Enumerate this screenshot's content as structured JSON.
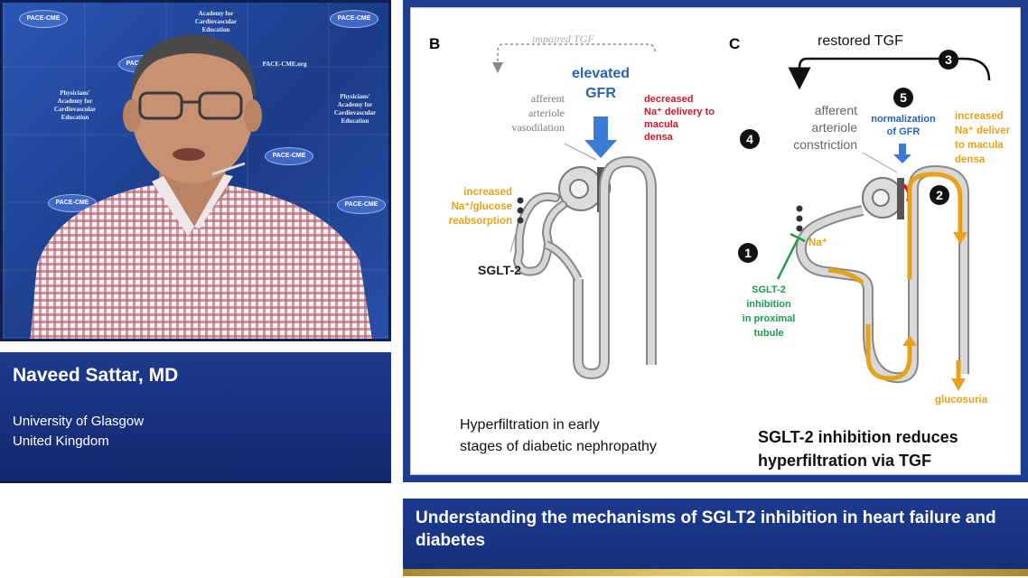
{
  "video": {
    "bg_logos": [
      "PACE-CME",
      "PACE-CME",
      "PACE-CME",
      "PACE-CME",
      "PACE-CME",
      "PACE-CME"
    ],
    "bg_texts": [
      "Academy for\nCardiovascular\nEducation",
      "Physicians'\nAcademy for\nCardiovascular\nEducation",
      "PACE-CME.org",
      "Physicians'\nAcademy for\nCardiovascular\nEducation"
    ]
  },
  "speaker": {
    "name": "Naveed Sattar, MD",
    "affiliation_line1": "University of Glasgow",
    "affiliation_line2": "United Kingdom"
  },
  "slide": {
    "panel_b": {
      "letter": "B",
      "impaired_tgf": "impaired TGF",
      "afferent": "afferent\narteriole\nvasodilation",
      "elevated_gfr": "elevated\nGFR",
      "decreased_na": "decreased\nNa⁺ delivery to\nmacula\ndensa",
      "increased_reabs": "increased\nNa⁺/glucose\nreabsorption",
      "sglt2": "SGLT-2",
      "caption": "Hyperfiltration in early\nstages of diabetic nephropathy"
    },
    "panel_c": {
      "letter": "C",
      "restored_tgf": "restored TGF",
      "afferent": "afferent\narteriole\nconstriction",
      "normalization": "normalization\nof GFR",
      "increased_na": "increased\nNa⁺ deliver\nto macula\ndensa",
      "na_label": "Na⁺",
      "sglt2_inhibition": "SGLT-2\ninhibition\nin proximal\ntubule",
      "glucosuria": "glucosuria",
      "caption": "SGLT-2 inhibition reduces\nhyperfiltration via TGF",
      "badges": [
        "1",
        "2",
        "3",
        "4",
        "5"
      ]
    }
  },
  "title": "Understanding the mechanisms of SGLT2 inhibition in heart failure and diabetes",
  "colors": {
    "navy": "#1d3a8e",
    "gold": "#e9cf6a",
    "blue_label": "#2763b6",
    "red_label": "#d0172a",
    "orange_label": "#e6a21a",
    "green_label": "#1f9a4a",
    "tubule_gray": "#cfcfcf"
  }
}
